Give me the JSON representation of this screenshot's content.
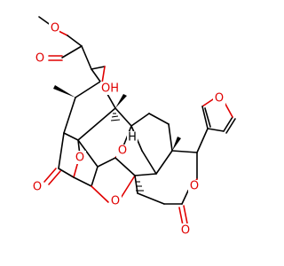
{
  "colors": {
    "bond": "#000000",
    "oxygen": "#e00000",
    "background": "#ffffff"
  },
  "atom_labels": {
    "o_ester_methyl": "O",
    "o_ester_carbonyl": "O",
    "o_hydroxyl": "OH",
    "o_ketone": "O",
    "o_bridge_left": "O",
    "o_bridge_center": "O",
    "o_bridge_lower": "O",
    "h_ring_junction": "H",
    "o_furan": "O",
    "o_lactone_ring": "O",
    "o_lactone_carbonyl": "O"
  }
}
